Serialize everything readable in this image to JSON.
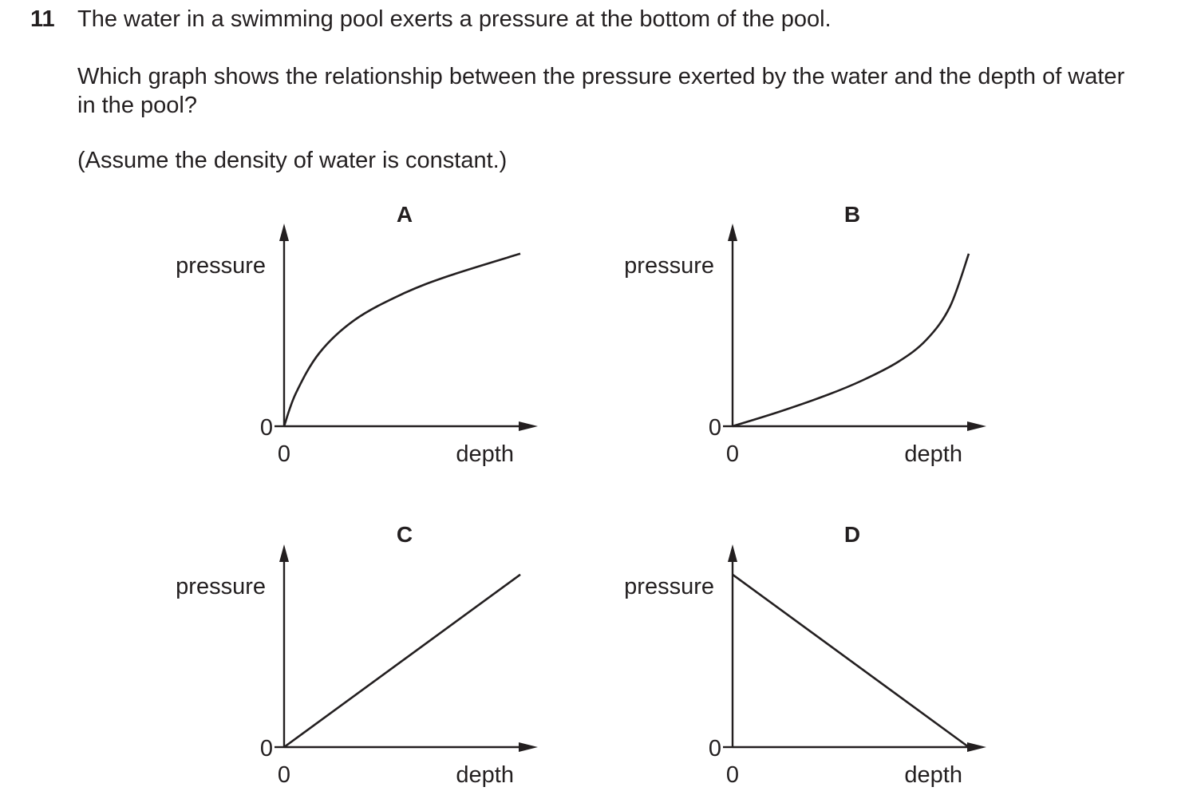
{
  "question": {
    "number": "11",
    "statement": "The water in a swimming pool exerts a pressure at the bottom of the pool.",
    "prompt": "Which graph shows the relationship between the pressure exerted by the water and the depth of water in the pool?",
    "assumption": "(Assume the density of water is constant.)"
  },
  "colors": {
    "ink": "#231f20",
    "background": "#ffffff"
  },
  "chart_data": [
    {
      "letter": "A",
      "type": "line",
      "shape": "concave-increasing",
      "xlabel": "depth",
      "ylabel": "pressure",
      "x_origin_label": "0",
      "y_origin_label": "0",
      "grid": false,
      "legend": "none",
      "xlim": [
        0,
        1
      ],
      "ylim": [
        0,
        1
      ],
      "series": [
        {
          "x": [
            0,
            0.05,
            0.15,
            0.3,
            0.5,
            0.7,
            1.0
          ],
          "y": [
            0,
            0.18,
            0.4,
            0.58,
            0.72,
            0.82,
            0.94
          ]
        }
      ]
    },
    {
      "letter": "B",
      "type": "line",
      "shape": "convex-increasing",
      "xlabel": "depth",
      "ylabel": "pressure",
      "x_origin_label": "0",
      "y_origin_label": "0",
      "grid": false,
      "legend": "none",
      "xlim": [
        0,
        1
      ],
      "ylim": [
        0,
        1
      ],
      "series": [
        {
          "x": [
            0,
            0.2,
            0.4,
            0.55,
            0.7,
            0.82,
            0.92,
            1.0
          ],
          "y": [
            0,
            0.08,
            0.17,
            0.25,
            0.35,
            0.47,
            0.65,
            0.94
          ]
        }
      ]
    },
    {
      "letter": "C",
      "type": "line",
      "shape": "linear-increasing",
      "xlabel": "depth",
      "ylabel": "pressure",
      "x_origin_label": "0",
      "y_origin_label": "0",
      "grid": false,
      "legend": "none",
      "xlim": [
        0,
        1
      ],
      "ylim": [
        0,
        1
      ],
      "series": [
        {
          "x": [
            0,
            1.0
          ],
          "y": [
            0,
            0.94
          ]
        }
      ]
    },
    {
      "letter": "D",
      "type": "line",
      "shape": "linear-decreasing",
      "xlabel": "depth",
      "ylabel": "pressure",
      "x_origin_label": "0",
      "y_origin_label": "0",
      "grid": false,
      "legend": "none",
      "xlim": [
        0,
        1
      ],
      "ylim": [
        0,
        1
      ],
      "series": [
        {
          "x": [
            0,
            1.0
          ],
          "y": [
            0.94,
            0
          ]
        }
      ]
    }
  ]
}
